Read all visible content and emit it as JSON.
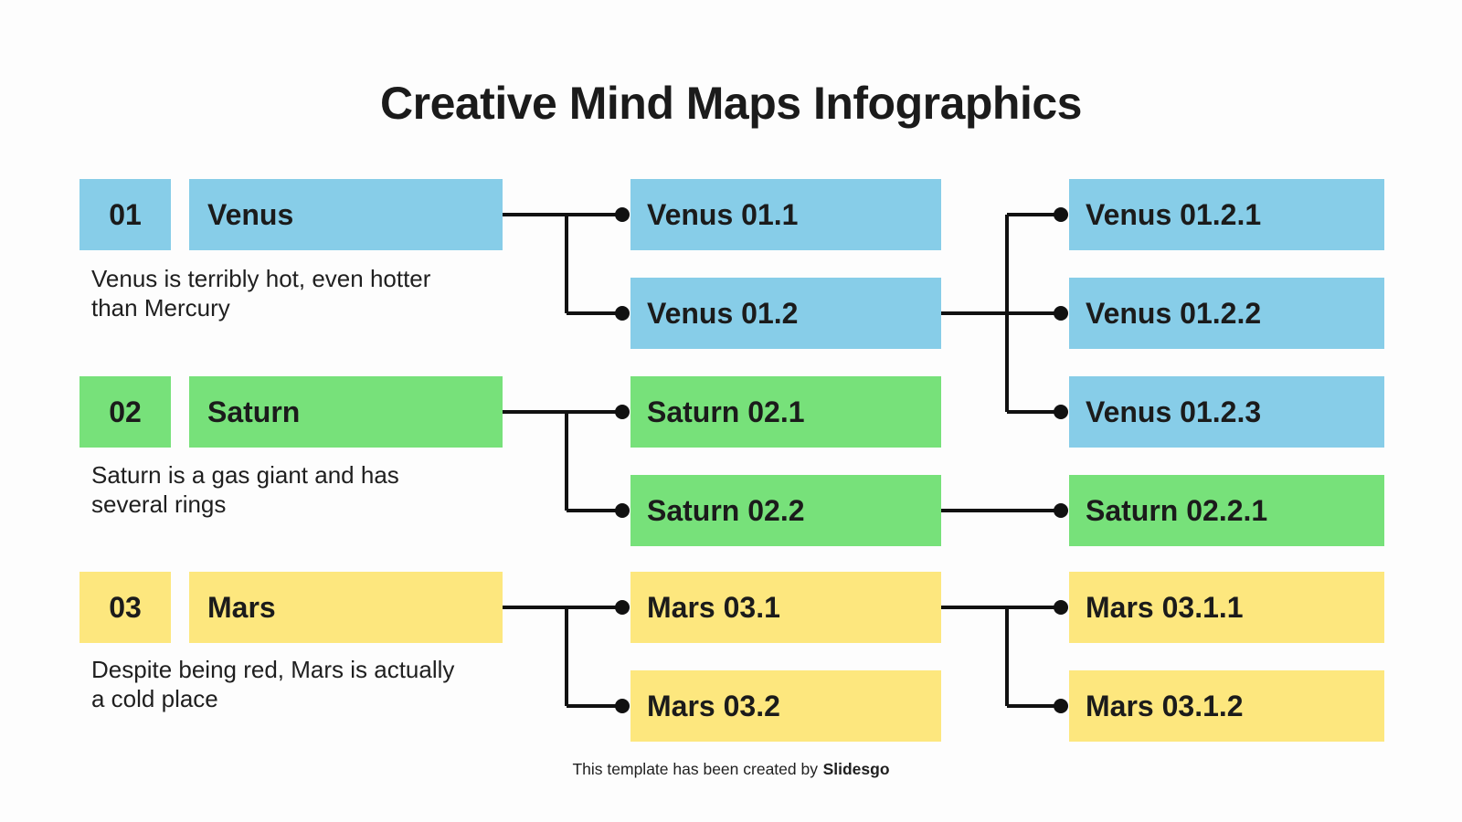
{
  "title": "Creative Mind Maps Infographics",
  "footer": {
    "text": "This template has been created by",
    "brand": "Slidesgo"
  },
  "colors": {
    "venus": "#87CDE8",
    "saturn": "#77E17A",
    "mars": "#FDE77E",
    "line": "#111111",
    "background": "#FDFDFD",
    "text": "#1B1B1B"
  },
  "branches": [
    {
      "number": "01",
      "label": "Venus",
      "description": "Venus is terribly hot, even hotter than Mercury",
      "children": [
        {
          "label": "Venus 01.1",
          "children": []
        },
        {
          "label": "Venus 01.2",
          "children": [
            {
              "label": "Venus 01.2.1"
            },
            {
              "label": "Venus 01.2.2"
            },
            {
              "label": "Venus 01.2.3"
            }
          ]
        }
      ]
    },
    {
      "number": "02",
      "label": "Saturn",
      "description": "Saturn is a gas giant and has several rings",
      "children": [
        {
          "label": "Saturn 02.1",
          "children": []
        },
        {
          "label": "Saturn 02.2",
          "children": [
            {
              "label": "Saturn 02.2.1"
            }
          ]
        }
      ]
    },
    {
      "number": "03",
      "label": "Mars",
      "description": "Despite being red, Mars is actually a cold place",
      "children": [
        {
          "label": "Mars 03.1",
          "children": [
            {
              "label": "Mars 03.1.1"
            },
            {
              "label": "Mars 03.1.2"
            }
          ]
        },
        {
          "label": "Mars 03.2",
          "children": []
        }
      ]
    }
  ]
}
